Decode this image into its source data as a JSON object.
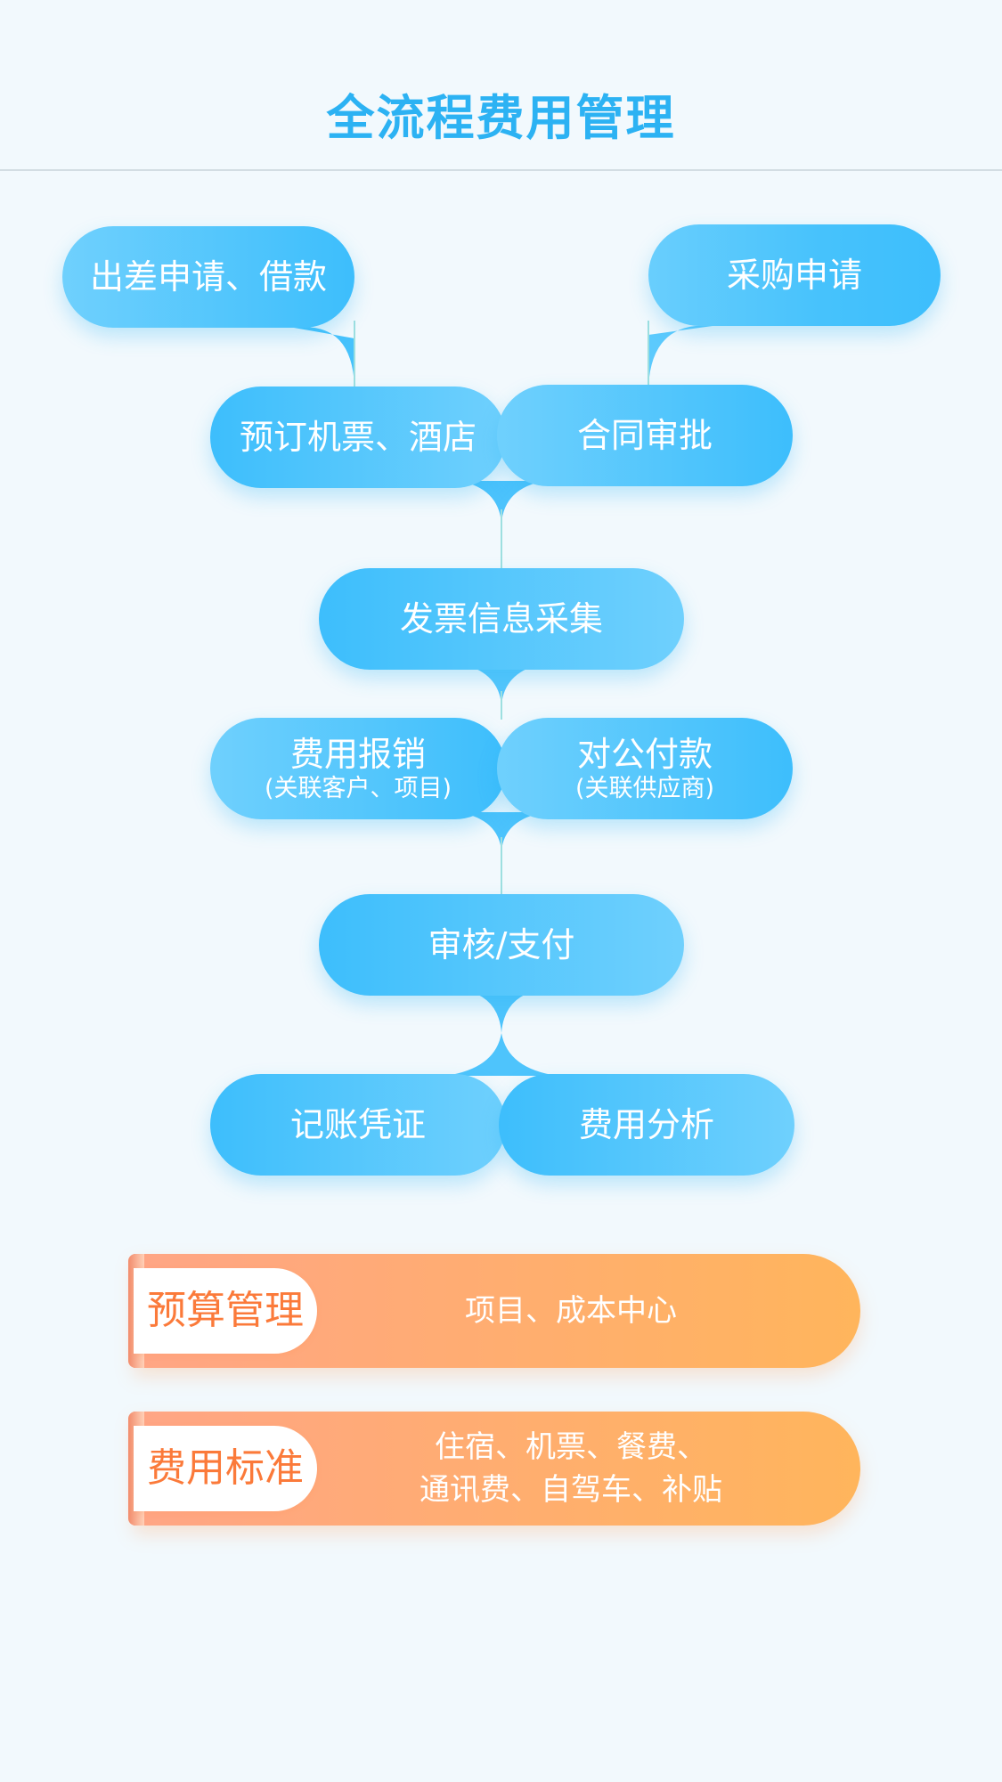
{
  "title": "全流程费用管理",
  "flow": {
    "travel_apply": "出差申请、借款",
    "purchase_apply": "采购申请",
    "booking": "预订机票、酒店",
    "contract": "合同审批",
    "invoice": "发票信息采集",
    "reimburse": "费用报销",
    "reimburse_sub": "(关联客户、项目)",
    "payment": "对公付款",
    "payment_sub": "(关联供应商)",
    "audit": "审核/支付",
    "voucher": "记账凭证",
    "analysis": "费用分析"
  },
  "budget": {
    "label": "预算管理",
    "content": "项目、成本中心"
  },
  "standard": {
    "label": "费用标准",
    "content_line1": "住宿、机票、餐费、",
    "content_line2": "通讯费、自驾车、补贴"
  },
  "colors": {
    "title": "#2cb2f3",
    "bubble_dark": "#3dbefc",
    "bubble_light": "#6fd0fd",
    "tag_start": "#ffa585",
    "tag_end": "#ffb55c",
    "tag_label_text": "#fb7a3a",
    "connector": "#9ddfe0"
  }
}
